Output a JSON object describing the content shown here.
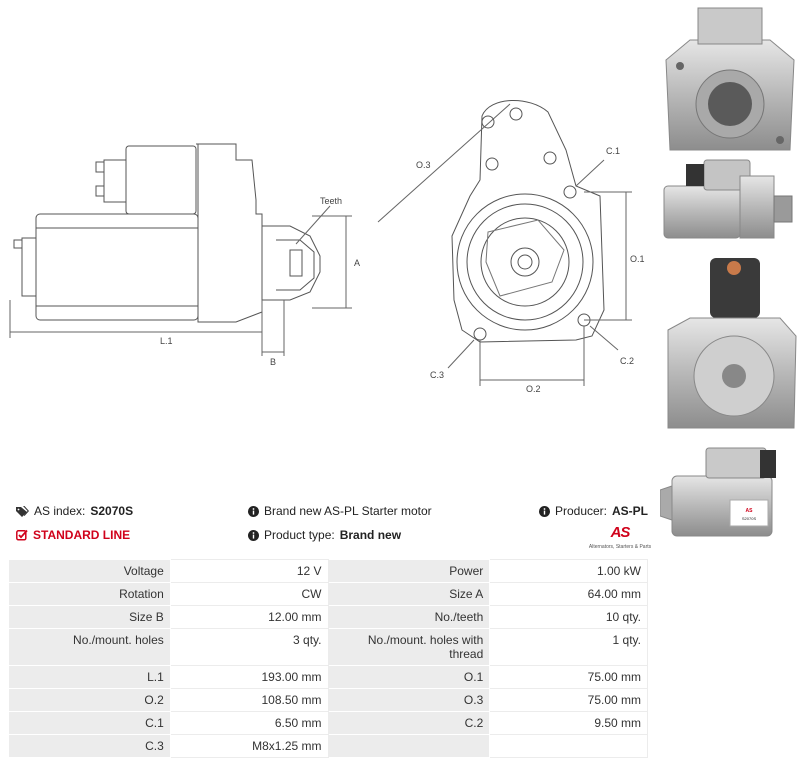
{
  "labels": {
    "teeth": "Teeth",
    "a": "A",
    "b": "B",
    "l1": "L.1",
    "o3": "O.3",
    "c1": "C.1",
    "o1": "O.1",
    "c2": "C.2",
    "c3": "C.3",
    "o2": "O.2"
  },
  "info": {
    "as_index_label": "AS index:",
    "as_index_value": "S2070S",
    "line": "STANDARD LINE",
    "description": "Brand new AS-PL Starter motor",
    "product_type_label": "Product type:",
    "product_type_value": "Brand new",
    "producer_label": "Producer:",
    "producer_value": "AS-PL"
  },
  "logo": {
    "mark": "AS",
    "tagline": "Alternators, Starters & Parts"
  },
  "specs": [
    [
      "Voltage",
      "12 V",
      "Power",
      "1.00 kW"
    ],
    [
      "Rotation",
      "CW",
      "Size A",
      "64.00 mm"
    ],
    [
      "Size B",
      "12.00 mm",
      "No./teeth",
      "10 qty."
    ],
    [
      "No./mount. holes",
      "3 qty.",
      "No./mount. holes with thread",
      "1 qty."
    ],
    [
      "L.1",
      "193.00 mm",
      "O.1",
      "75.00 mm"
    ],
    [
      "O.2",
      "108.50 mm",
      "O.3",
      "75.00 mm"
    ],
    [
      "C.1",
      "6.50 mm",
      "C.2",
      "9.50 mm"
    ],
    [
      "C.3",
      "M8x1.25 mm",
      "",
      ""
    ]
  ],
  "photo_label": "S2070S",
  "colors": {
    "accent_red": "#d0021b",
    "table_key_bg": "#ececec"
  }
}
